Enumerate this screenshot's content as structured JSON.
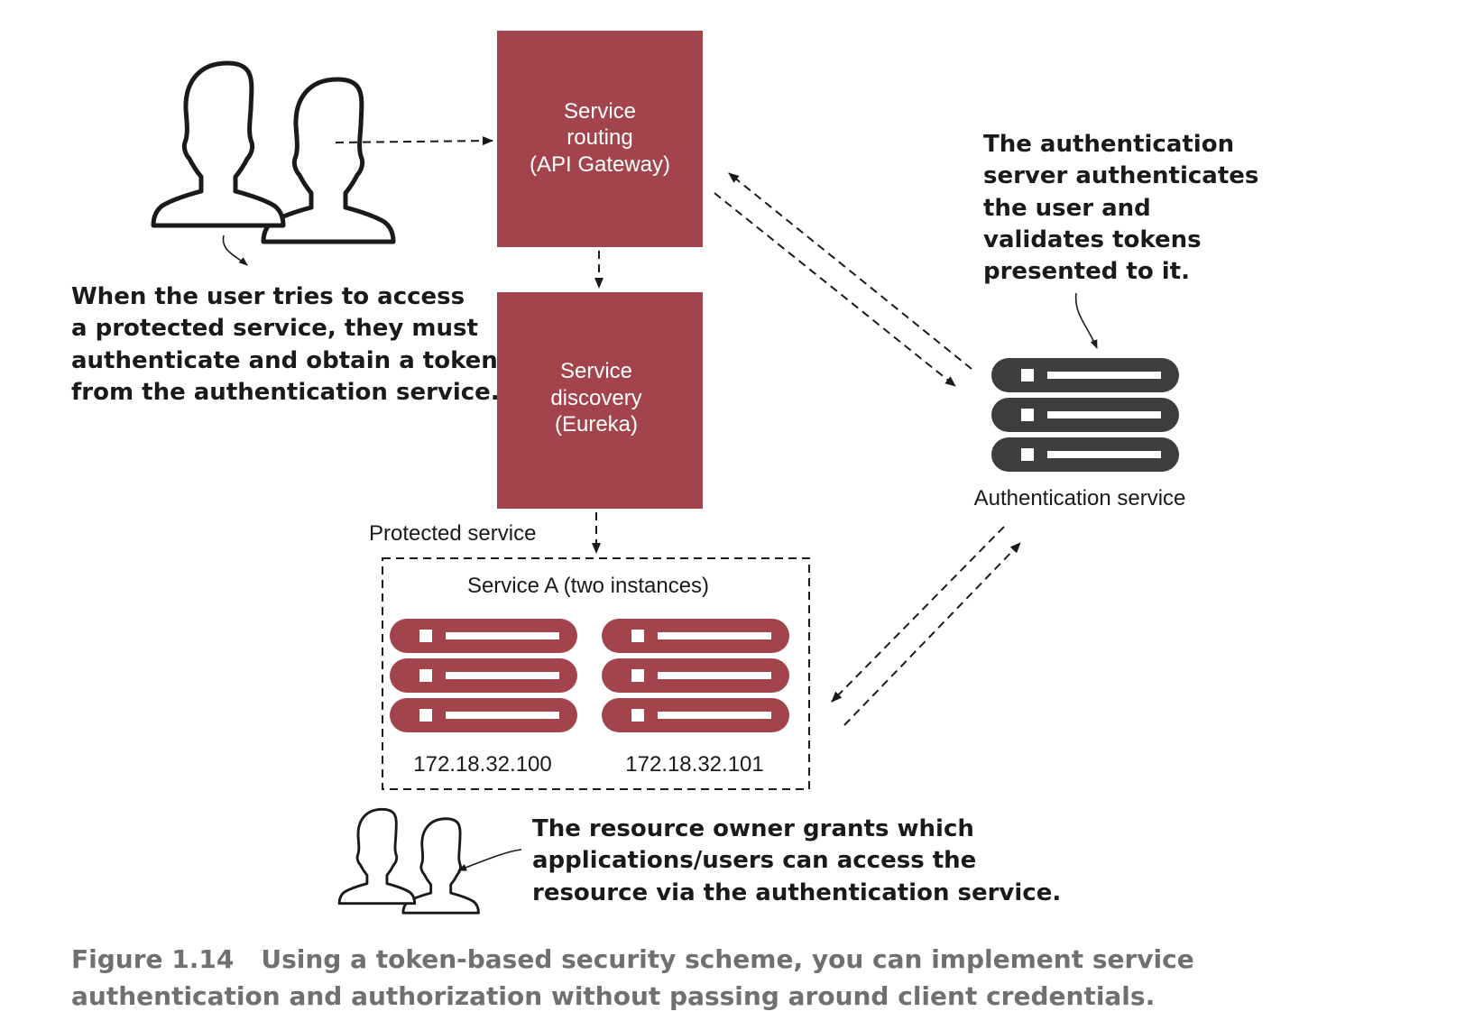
{
  "boxes": {
    "gateway": [
      "Service",
      "routing",
      "(API Gateway)"
    ],
    "discovery": [
      "Service",
      "discovery",
      "(Eureka)"
    ]
  },
  "protected_label": "Protected service",
  "service_a": {
    "title": "Service A (two instances)",
    "ip1": "172.18.32.100",
    "ip2": "172.18.32.101"
  },
  "auth_label": "Authentication service",
  "callouts": {
    "user": [
      "When the user tries to access",
      "a protected service, they must",
      "authenticate and obtain a token",
      "from the authentication service."
    ],
    "auth": [
      "The authentication",
      "server authenticates",
      "the user and",
      "validates tokens",
      "presented to it."
    ],
    "owner": [
      "The resource owner grants which",
      "applications/users can access the",
      "resource via the authentication service."
    ]
  },
  "caption": {
    "number": "Figure 1.14",
    "lines": [
      "Using a token-based security scheme, you can implement service",
      "authentication and authorization without passing around client credentials."
    ]
  },
  "colors": {
    "box": "#a3444c",
    "server_dark": "#3d3d3d",
    "caption_gray": "#707070"
  },
  "icons": {
    "users": "users-icon",
    "server": "server-icon"
  }
}
